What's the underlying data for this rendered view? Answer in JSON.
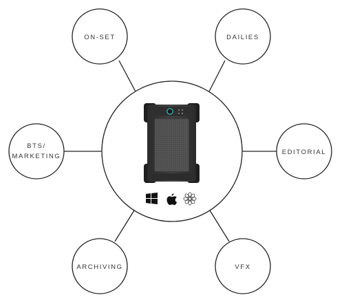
{
  "diagram": {
    "hub": {
      "device_name": "portable-storage-device",
      "os_icons": [
        "windows-icon",
        "apple-icon",
        "linux-flower-icon"
      ]
    },
    "nodes": [
      {
        "key": "on_set",
        "lines": [
          "ON-SET"
        ]
      },
      {
        "key": "dailies",
        "lines": [
          "DAILIES"
        ]
      },
      {
        "key": "bts_marketing",
        "lines": [
          "BTS/",
          "MARKETING"
        ]
      },
      {
        "key": "editorial",
        "lines": [
          "EDITORIAL"
        ]
      },
      {
        "key": "archiving",
        "lines": [
          "ARCHIVING"
        ]
      },
      {
        "key": "vfx",
        "lines": [
          "VFX"
        ]
      }
    ],
    "colors": {
      "stroke": "#222222",
      "text": "#333333",
      "device_body": "#3a3a3a",
      "device_panel": "#5a5a5a",
      "device_bumper": "#1e1e1e",
      "accent": "#34c3c8"
    }
  }
}
